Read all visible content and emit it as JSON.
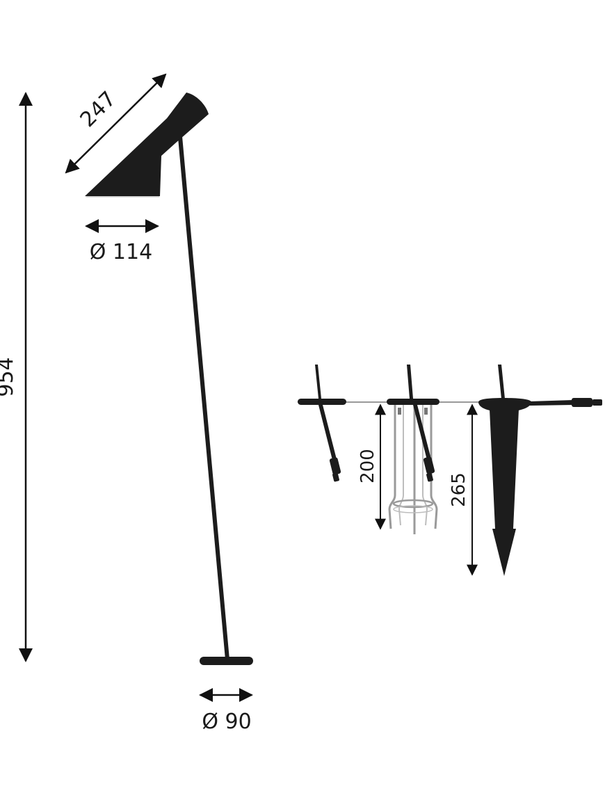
{
  "dimensions": {
    "height": "954",
    "shade_length": "247",
    "shade_diameter": "Ø 114",
    "base_diameter": "Ø 90",
    "socket_depth": "200",
    "spike_depth": "265"
  },
  "colors": {
    "lamp": "#1c1c1c",
    "dimension_lines": "#111111",
    "socket_metal": "#9a9a9a",
    "background": "#ffffff"
  }
}
